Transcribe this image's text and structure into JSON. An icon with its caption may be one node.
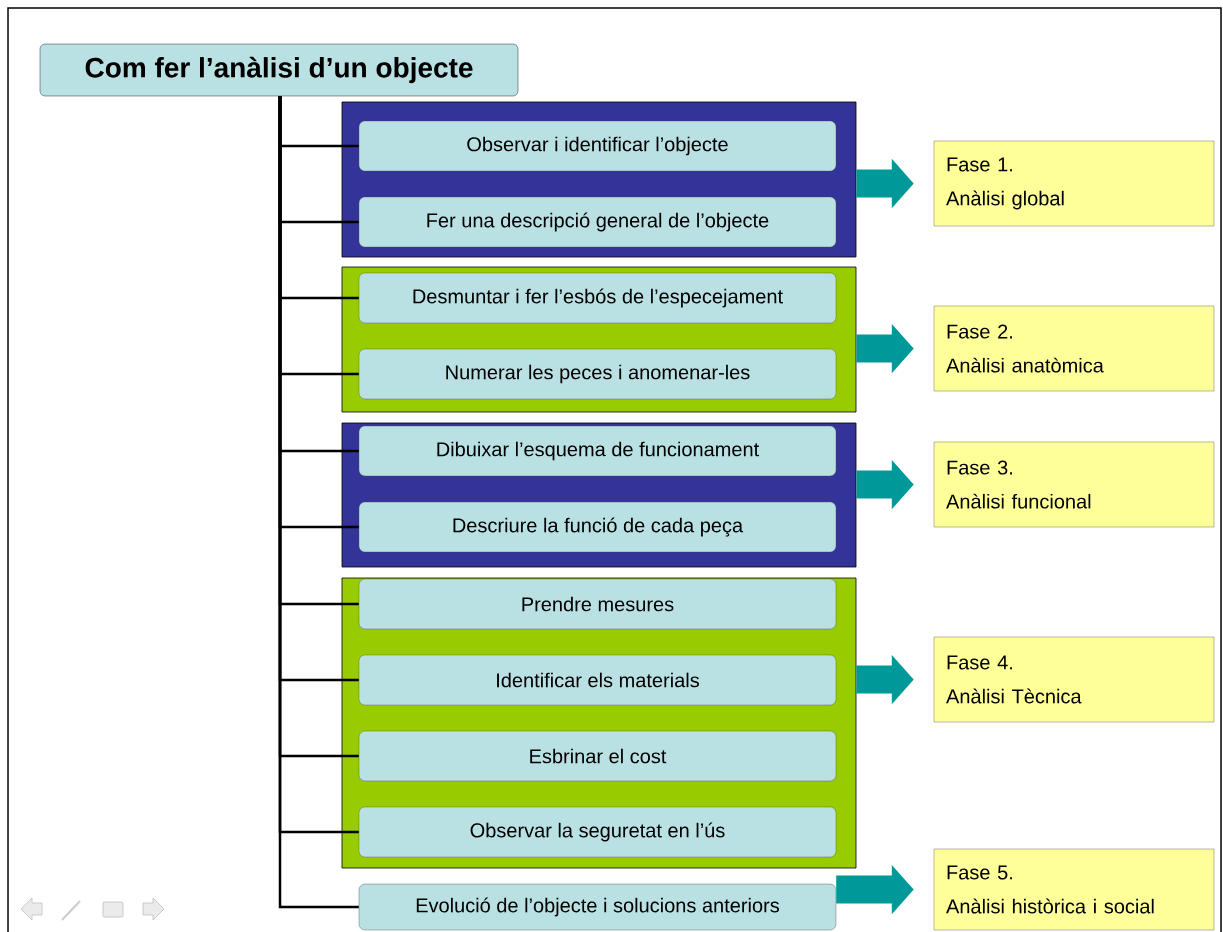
{
  "diagram": {
    "nodes": [
      {
        "text": [
          "Com fer l’anàlisi d’un objecte"
        ]
      },
      {
        "text": [],
        "shape": "box"
      },
      {
        "text": [
          "Observar i identificar l’objecte"
        ],
        "in": 1
      },
      {
        "text": [
          "Fer una descripció general de l’objecte"
        ],
        "in": 1
      },
      {
        "text": [],
        "shape": "box"
      },
      {
        "text": [
          "Desmuntar i fer l’esbós de l’especejament"
        ],
        "in": 4
      },
      {
        "text": [
          "Numerar les peces i anomenar-les"
        ],
        "in": 4
      },
      {
        "text": [],
        "shape": "box"
      },
      {
        "text": [
          "Dibuixar l’esquema de funcionament"
        ],
        "in": 7
      },
      {
        "text": [
          "Descriure la funció de cada peça"
        ],
        "in": 7
      },
      {
        "text": [],
        "shape": "box"
      },
      {
        "text": [
          "Prendre mesures"
        ],
        "in": 10
      },
      {
        "text": [
          "Identificar els materials"
        ],
        "in": 10
      },
      {
        "text": [
          "Esbrinar el cost"
        ],
        "in": 10
      },
      {
        "text": [
          "Observar la seguretat en l’ús"
        ],
        "in": 10
      },
      {
        "text": [
          "Evolució de l’objecte i solucions anteriors"
        ]
      },
      {
        "text": [
          "Fase 1.",
          "Anàlisi global"
        ]
      },
      {
        "text": [
          "Fase 2.",
          "Anàlisi anatòmica"
        ]
      },
      {
        "text": [
          "Fase 3.",
          "Anàlisi funcional"
        ]
      },
      {
        "text": [
          "Fase 4.",
          "Anàlisi Tècnica"
        ]
      },
      {
        "text": [
          "Fase 5.",
          "Anàlisi històrica i social"
        ]
      }
    ],
    "edges": [
      {
        "from": 0,
        "to": 2,
        "arrow": "none"
      },
      {
        "from": 0,
        "to": 3,
        "arrow": "none"
      },
      {
        "from": 0,
        "to": 5,
        "arrow": "none"
      },
      {
        "from": 0,
        "to": 6,
        "arrow": "none"
      },
      {
        "from": 0,
        "to": 8,
        "arrow": "none"
      },
      {
        "from": 0,
        "to": 9,
        "arrow": "none"
      },
      {
        "from": 0,
        "to": 11,
        "arrow": "none"
      },
      {
        "from": 0,
        "to": 12,
        "arrow": "none"
      },
      {
        "from": 0,
        "to": 13,
        "arrow": "none"
      },
      {
        "from": 0,
        "to": 14,
        "arrow": "none"
      },
      {
        "from": 0,
        "to": 15,
        "arrow": "none"
      },
      {
        "from": 1,
        "to": 16,
        "arrow": "to",
        "style": "thick",
        "color": "#009999"
      },
      {
        "from": 4,
        "to": 17,
        "arrow": "to",
        "style": "thick",
        "color": "#009999"
      },
      {
        "from": 7,
        "to": 18,
        "arrow": "to",
        "style": "thick",
        "color": "#009999"
      },
      {
        "from": 10,
        "to": 19,
        "arrow": "to",
        "style": "thick",
        "color": "#009999"
      },
      {
        "from": 15,
        "to": 20,
        "arrow": "to",
        "style": "thick",
        "color": "#009999"
      }
    ]
  }
}
